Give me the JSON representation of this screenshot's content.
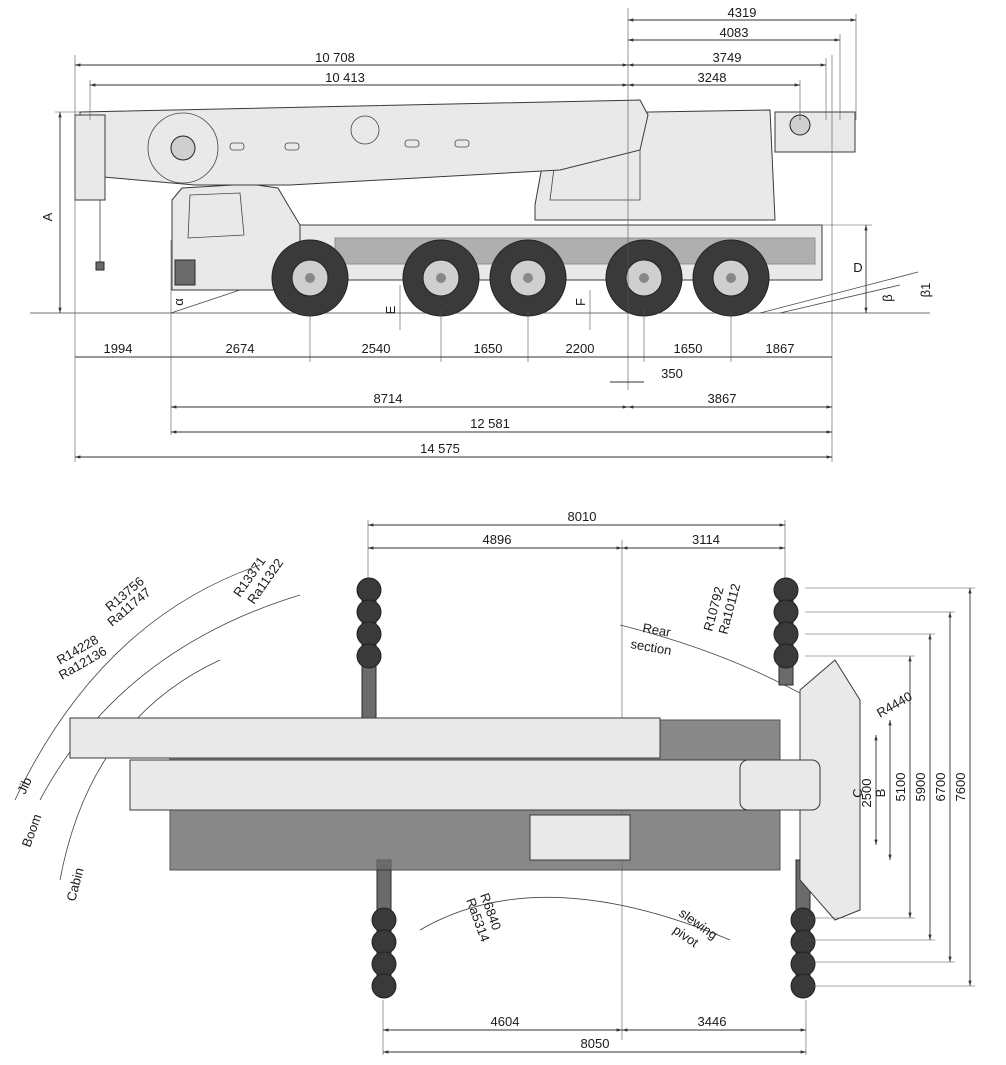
{
  "side_view": {
    "top_dims": [
      "4319",
      "4083",
      "10 708",
      "3749",
      "10 413",
      "3248"
    ],
    "bottom_chain": [
      "1994",
      "2674",
      "2540",
      "1650",
      "2200",
      "1650",
      "1867"
    ],
    "offset_dim": "350",
    "overall_dims": [
      "8714",
      "3867",
      "12 581",
      "14 575"
    ],
    "letters": {
      "A": "A",
      "D": "D",
      "E": "E",
      "F": "F"
    },
    "angles": {
      "alpha": "α",
      "beta": "β",
      "beta1": "β1"
    }
  },
  "top_view": {
    "top_dims": [
      "8010",
      "4896",
      "3114"
    ],
    "bottom_dims": [
      "4604",
      "3446",
      "8050"
    ],
    "right_dims": [
      "7600",
      "6700",
      "5900",
      "5100",
      "2500"
    ],
    "letters": {
      "B": "B",
      "C": "C"
    },
    "radii": {
      "jib_r": "R14228",
      "jib_ra": "Ra12136",
      "boom_r": "R13756",
      "boom_ra": "Ra11747",
      "cabin_r": "R13371",
      "cabin_ra": "Ra11322",
      "rear_r": "R10792",
      "rear_ra": "Ra10112",
      "slew_r": "R6840",
      "slew_ra": "Ra5314",
      "counter_r": "R4440"
    },
    "arc_labels": {
      "jib": "Jib",
      "boom": "Boom",
      "cabin": "Cabin",
      "rear_line1": "Rear",
      "rear_line2": "section",
      "slew_line1": "slewing",
      "slew_line2": "pivot"
    }
  },
  "colors": {
    "line": "#333333",
    "body": "#e9e9e9",
    "dark": "#6b6b6b",
    "tyre": "#3a3a3a"
  }
}
